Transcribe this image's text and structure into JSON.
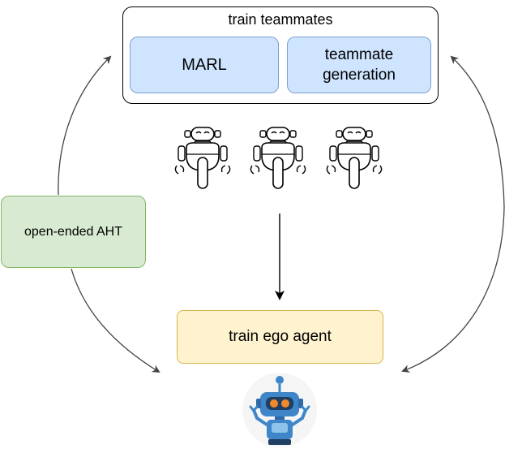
{
  "diagram": {
    "outer_box_label": "train teammates",
    "marl_label": "MARL",
    "teammate_generation_label": "teammate\ngeneration",
    "aht_label": "open-ended AHT",
    "ego_label": "train ego agent"
  },
  "icons": {
    "teammate_robots": [
      "robot-outline-icon",
      "robot-outline-icon",
      "robot-outline-icon"
    ],
    "ego_robot": "robot-color-icon"
  },
  "colors": {
    "marl_fill": "#cfe5ff",
    "aht_fill": "#d8ead2",
    "ego_fill": "#fff3cf",
    "robot_blue": "#3f86c9",
    "robot_orange": "#f08a2c"
  }
}
